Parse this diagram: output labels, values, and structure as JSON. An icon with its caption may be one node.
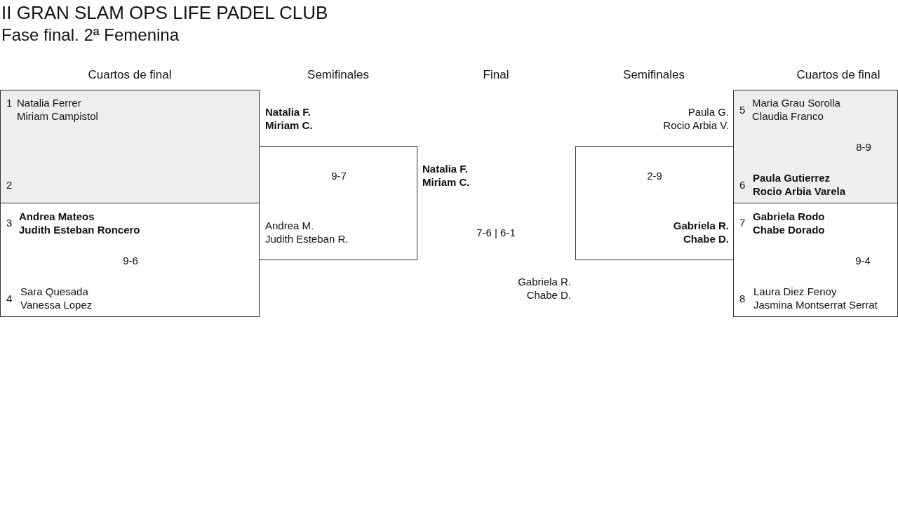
{
  "diagram": {
    "title": "II GRAN SLAM OPS LIFE PADEL CLUB",
    "nodes": [
      {
        "text": [
          "1",
          "Natalia Ferrer",
          "Miriam Campistol",
          "2"
        ]
      },
      {
        "text": [
          "3",
          "**Andrea Mateos**",
          "**Judith Esteban Roncero**",
          "9-6",
          "4",
          "Sara Quesada",
          "Vanessa Lopez"
        ]
      },
      {
        "text": [
          "**Natalia F.**",
          "**Miriam C.**",
          "9-7",
          "Andrea M.",
          "Judith Esteban R."
        ]
      },
      {
        "text": [
          "Paula G.",
          "Rocio Arbia V.",
          "2-9",
          "**Gabriela R.**",
          "**Chabe D.**"
        ]
      },
      {
        "text": [
          "5",
          "Maria Grau Sorolla",
          "Claudia Franco",
          "8-9",
          "6",
          "**Paula Gutierrez**",
          "**Rocio Arbia Varela**"
        ]
      },
      {
        "text": [
          "7",
          "**Gabriela Rodo**",
          "**Chabe Dorado**",
          "9-4",
          "8",
          "Laura Diez Fenoy",
          "Jasmina Montserrat Serrat"
        ]
      }
    ],
    "labels": [
      "Fase final. 2ª Femenina",
      "Cuartos de final",
      "Semifinales",
      "Final",
      "Semifinales",
      "Cuartos de final",
      "**Natalia F.**",
      "**Miriam C.**",
      "7-6 | 6-1",
      "Gabriela R.",
      "Chabe D."
    ]
  }
}
